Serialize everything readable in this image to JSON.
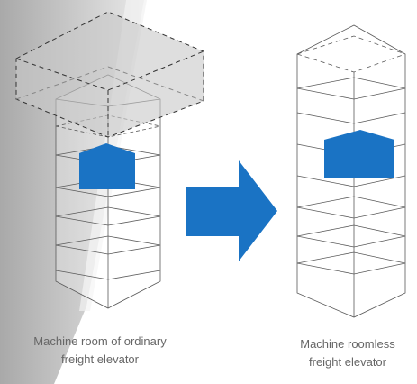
{
  "captions": {
    "left": {
      "line1": "Machine room of ordinary",
      "line2": "freight elevator"
    },
    "right": {
      "line1": "Machine roomless",
      "line2": "freight elevator"
    }
  },
  "colors": {
    "car": "#1a73c4",
    "arrow": "#1a73c4",
    "shadow_dark": "#a9a9a9",
    "shadow_light": "#e8e8e8",
    "caption_text": "#666666",
    "outline": "#555555"
  },
  "icons": {
    "arrow": "right-arrow-icon"
  }
}
